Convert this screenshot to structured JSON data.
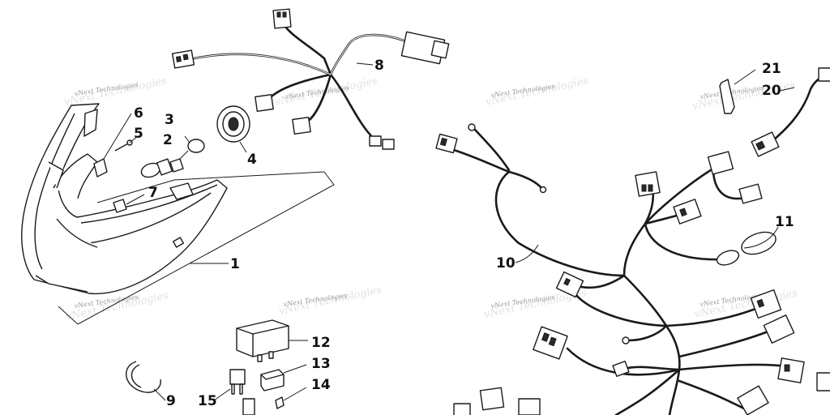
{
  "watermark": "vNext Technologies",
  "callouts": {
    "c1": "1",
    "c2": "2",
    "c3": "3",
    "c4": "4",
    "c5": "5",
    "c6": "6",
    "c7": "7",
    "c8": "8",
    "c9": "9",
    "c10": "10",
    "c11": "11",
    "c12": "12",
    "c13": "13",
    "c14": "14",
    "c15": "15",
    "c20": "20",
    "c21": "21"
  }
}
